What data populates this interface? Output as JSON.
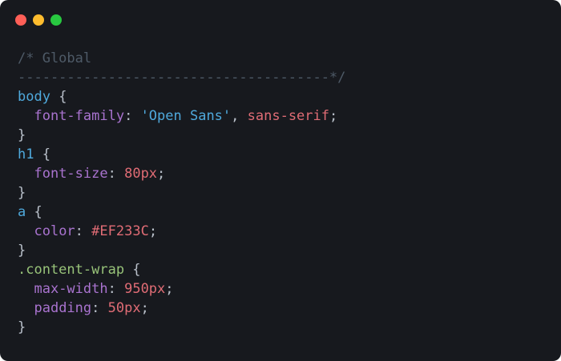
{
  "window": {
    "background": "#17191e",
    "traffic_lights": [
      {
        "name": "close",
        "color": "#ff5f57"
      },
      {
        "name": "minimize",
        "color": "#febc2e"
      },
      {
        "name": "zoom",
        "color": "#28c840"
      }
    ]
  },
  "colors": {
    "tokens": {
      "comment": "#4e5a67",
      "selector": "#4fa9dc",
      "class_selector": "#98c379",
      "property": "#a973cf",
      "string": "#4fa9dc",
      "value": "#e06c75",
      "punct": "#b9c0ca",
      "plain": "#b9c0ca"
    }
  },
  "code": {
    "language": "css",
    "lines": [
      {
        "segments": [
          {
            "text": "/* Global",
            "token": "comment"
          }
        ]
      },
      {
        "segments": [
          {
            "text": "--------------------------------------*/",
            "token": "comment"
          }
        ]
      },
      {
        "segments": [
          {
            "text": "body",
            "token": "selector"
          },
          {
            "text": " {",
            "token": "punct"
          }
        ]
      },
      {
        "segments": [
          {
            "text": "  ",
            "token": "plain"
          },
          {
            "text": "font-family",
            "token": "property"
          },
          {
            "text": ": ",
            "token": "punct"
          },
          {
            "text": "'Open Sans'",
            "token": "string"
          },
          {
            "text": ", ",
            "token": "punct"
          },
          {
            "text": "sans-serif",
            "token": "value"
          },
          {
            "text": ";",
            "token": "punct"
          }
        ]
      },
      {
        "segments": [
          {
            "text": "}",
            "token": "punct"
          }
        ]
      },
      {
        "segments": [
          {
            "text": "h1",
            "token": "selector"
          },
          {
            "text": " {",
            "token": "punct"
          }
        ]
      },
      {
        "segments": [
          {
            "text": "  ",
            "token": "plain"
          },
          {
            "text": "font-size",
            "token": "property"
          },
          {
            "text": ": ",
            "token": "punct"
          },
          {
            "text": "80px",
            "token": "value"
          },
          {
            "text": ";",
            "token": "punct"
          }
        ]
      },
      {
        "segments": [
          {
            "text": "}",
            "token": "punct"
          }
        ]
      },
      {
        "segments": [
          {
            "text": "a",
            "token": "selector"
          },
          {
            "text": " {",
            "token": "punct"
          }
        ]
      },
      {
        "segments": [
          {
            "text": "  ",
            "token": "plain"
          },
          {
            "text": "color",
            "token": "property"
          },
          {
            "text": ": ",
            "token": "punct"
          },
          {
            "text": "#EF233C",
            "token": "value"
          },
          {
            "text": ";",
            "token": "punct"
          }
        ]
      },
      {
        "segments": [
          {
            "text": "}",
            "token": "punct"
          }
        ]
      },
      {
        "segments": [
          {
            "text": ".content-wrap",
            "token": "class_selector"
          },
          {
            "text": " {",
            "token": "punct"
          }
        ]
      },
      {
        "segments": [
          {
            "text": "  ",
            "token": "plain"
          },
          {
            "text": "max-width",
            "token": "property"
          },
          {
            "text": ": ",
            "token": "punct"
          },
          {
            "text": "950px",
            "token": "value"
          },
          {
            "text": ";",
            "token": "punct"
          }
        ]
      },
      {
        "segments": [
          {
            "text": "  ",
            "token": "plain"
          },
          {
            "text": "padding",
            "token": "property"
          },
          {
            "text": ": ",
            "token": "punct"
          },
          {
            "text": "50px",
            "token": "value"
          },
          {
            "text": ";",
            "token": "punct"
          }
        ]
      },
      {
        "segments": [
          {
            "text": "}",
            "token": "punct"
          }
        ]
      }
    ]
  }
}
